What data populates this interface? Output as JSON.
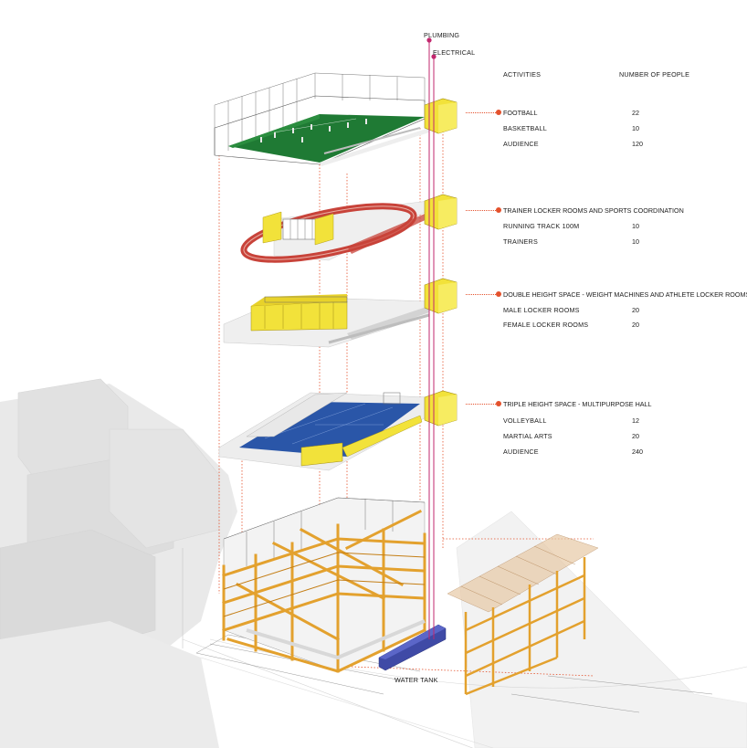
{
  "labels": {
    "plumbing": "PLUMBING",
    "electrical": "ELECTRICAL",
    "water_tank": "WATER TANK"
  },
  "table_header": {
    "activities": "ACTIVITIES",
    "people": "NUMBER OF PEOPLE"
  },
  "sections": [
    {
      "title": "FOOTBALL",
      "title_value": "22",
      "rows": [
        {
          "label": "BASKETBALL",
          "value": "10"
        },
        {
          "label": "AUDIENCE",
          "value": "120"
        }
      ]
    },
    {
      "title": "TRAINER LOCKER ROOMS AND SPORTS COORDINATION",
      "title_value": "",
      "rows": [
        {
          "label": "RUNNING TRACK  100M",
          "value": "10"
        },
        {
          "label": "TRAINERS",
          "value": "10"
        }
      ]
    },
    {
      "title": "DOUBLE HEIGHT SPACE - WEIGHT MACHINES AND ATHLETE LOCKER ROOMS",
      "title_value": "",
      "rows": [
        {
          "label": "MALE  LOCKER ROOMS",
          "value": "20"
        },
        {
          "label": "FEMALE LOCKER ROOMS",
          "value": "20"
        }
      ]
    },
    {
      "title": "TRIPLE HEIGHT SPACE - MULTIPURPOSE HALL",
      "title_value": "",
      "rows": [
        {
          "label": "VOLLEYBALL",
          "value": "12"
        },
        {
          "label": "MARTIAL ARTS",
          "value": "20"
        },
        {
          "label": "AUDIENCE",
          "value": "240"
        }
      ]
    }
  ],
  "colors": {
    "field_green": "#1f7a34",
    "court_blue": "#2a56a8",
    "track_red": "#c8433a",
    "module_yellow": "#f2e23a",
    "structure_orange": "#e3a12e",
    "plumbing_line": "#c2276e",
    "leader_orange": "#e4512c",
    "water_tank_blue": "#3f4aa6"
  }
}
